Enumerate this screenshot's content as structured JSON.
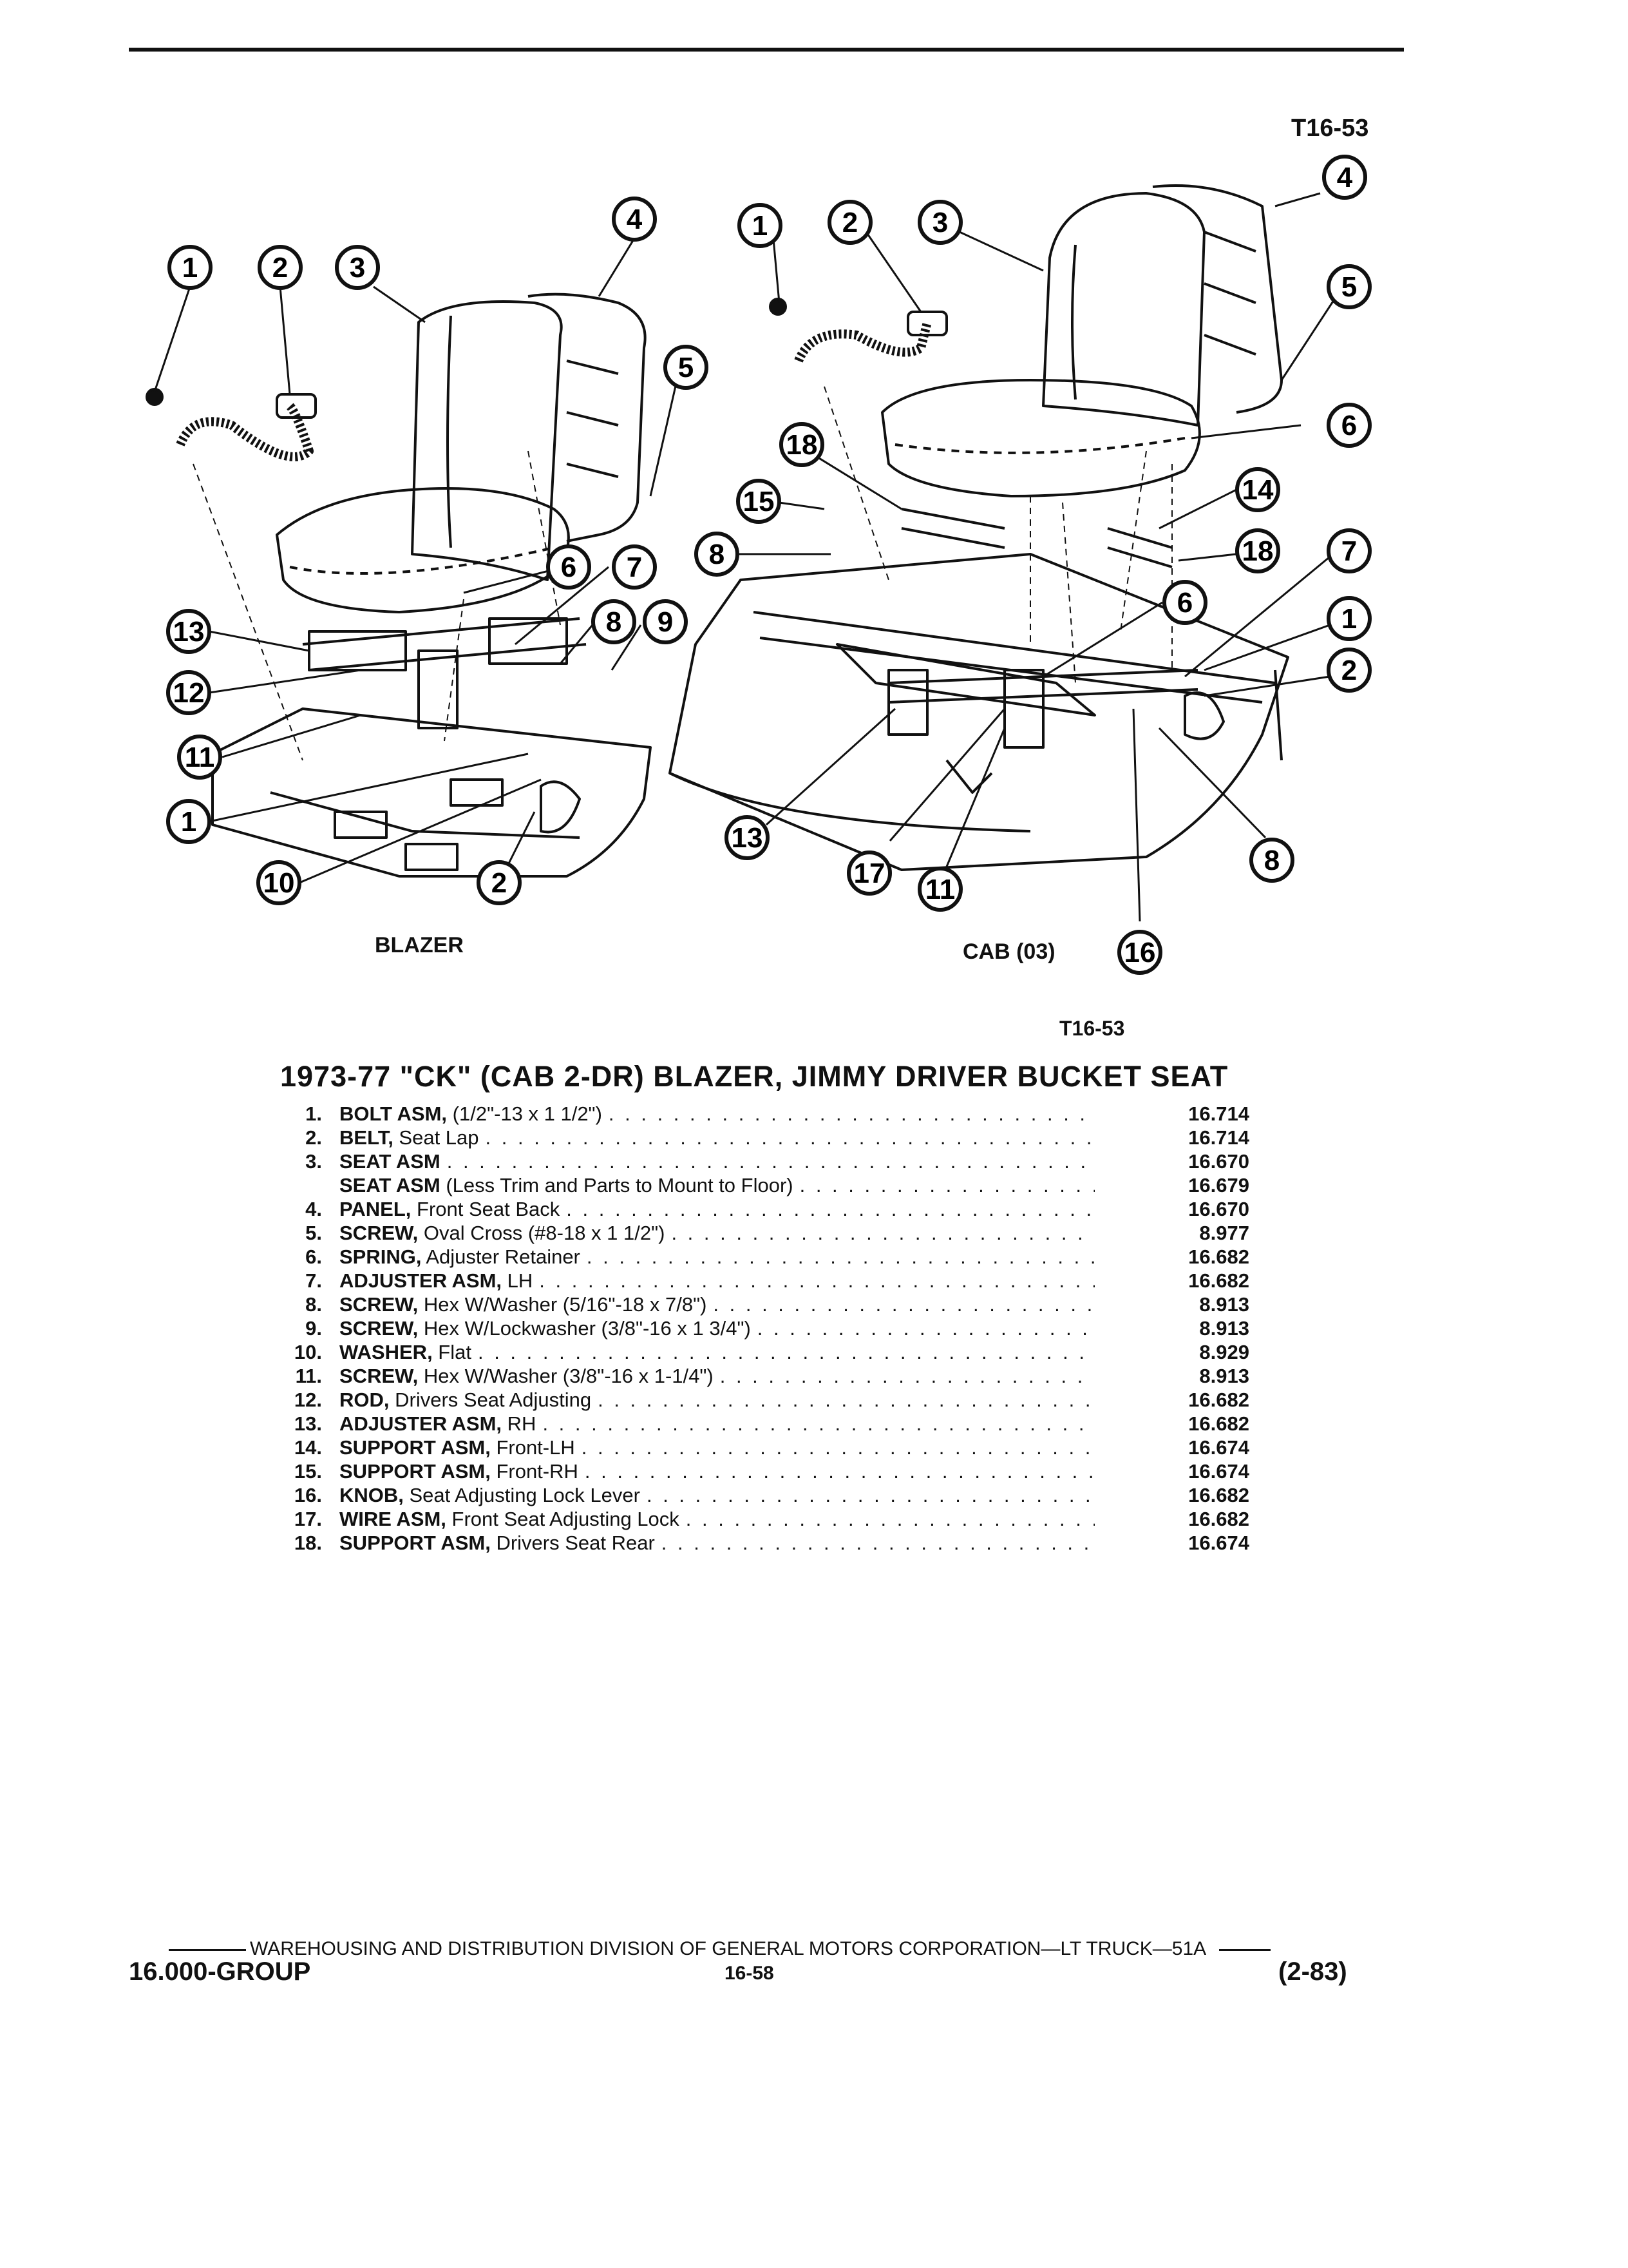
{
  "header": {
    "figure_code_top": "T16-53",
    "figure_code_bottom": "T16-53"
  },
  "diagram": {
    "left_view_label": "BLAZER",
    "right_view_label": "CAB (03)",
    "callouts_left": [
      "1",
      "2",
      "3",
      "4",
      "5",
      "6",
      "7",
      "8",
      "9",
      "13",
      "12",
      "11",
      "1",
      "10",
      "2"
    ],
    "callouts_right": [
      "1",
      "2",
      "3",
      "4",
      "5",
      "6",
      "18",
      "14",
      "15",
      "8",
      "18",
      "7",
      "6",
      "1",
      "2",
      "13",
      "17",
      "11",
      "8",
      "16"
    ]
  },
  "title": "1973-77 \"CK\" (CAB 2-DR) BLAZER, JIMMY DRIVER BUCKET SEAT",
  "parts": [
    {
      "num": "1.",
      "name": "BOLT ASM,",
      "detail": " (1/2\"-13 x 1 1/2\")",
      "group": "16.714"
    },
    {
      "num": "2.",
      "name": "BELT,",
      "detail": " Seat Lap",
      "group": "16.714"
    },
    {
      "num": "3.",
      "name": "SEAT ASM",
      "detail": "",
      "group": "16.670"
    },
    {
      "num": "",
      "name": "SEAT ASM",
      "detail": " (Less Trim and Parts to Mount to Floor)",
      "group": "16.679"
    },
    {
      "num": "4.",
      "name": "PANEL,",
      "detail": " Front Seat Back",
      "group": "16.670"
    },
    {
      "num": "5.",
      "name": "SCREW,",
      "detail": " Oval Cross (#8-18 x 1 1/2\")",
      "group": "8.977"
    },
    {
      "num": "6.",
      "name": "SPRING,",
      "detail": " Adjuster Retainer",
      "group": "16.682"
    },
    {
      "num": "7.",
      "name": "ADJUSTER ASM,",
      "detail": " LH",
      "group": "16.682"
    },
    {
      "num": "8.",
      "name": "SCREW,",
      "detail": " Hex W/Washer (5/16\"-18 x 7/8\")",
      "group": "8.913"
    },
    {
      "num": "9.",
      "name": "SCREW,",
      "detail": " Hex W/Lockwasher (3/8\"-16 x 1 3/4\")",
      "group": "8.913"
    },
    {
      "num": "10.",
      "name": "WASHER,",
      "detail": " Flat",
      "group": "8.929"
    },
    {
      "num": "11.",
      "name": "SCREW,",
      "detail": " Hex W/Washer (3/8\"-16 x 1-1/4\")",
      "group": "8.913"
    },
    {
      "num": "12.",
      "name": "ROD,",
      "detail": " Drivers Seat Adjusting",
      "group": "16.682"
    },
    {
      "num": "13.",
      "name": "ADJUSTER ASM,",
      "detail": " RH",
      "group": "16.682"
    },
    {
      "num": "14.",
      "name": "SUPPORT ASM,",
      "detail": " Front-LH",
      "group": "16.674"
    },
    {
      "num": "15.",
      "name": "SUPPORT ASM,",
      "detail": " Front-RH",
      "group": "16.674"
    },
    {
      "num": "16.",
      "name": "KNOB,",
      "detail": " Seat Adjusting Lock Lever",
      "group": "16.682"
    },
    {
      "num": "17.",
      "name": "WIRE ASM,",
      "detail": " Front Seat Adjusting Lock",
      "group": "16.682"
    },
    {
      "num": "18.",
      "name": "SUPPORT ASM,",
      "detail": " Drivers Seat Rear",
      "group": "16.674"
    }
  ],
  "footer": {
    "division_line": "WAREHOUSING AND DISTRIBUTION  DIVISION OF GENERAL MOTORS CORPORATION—LT TRUCK—51A",
    "group": "16.000-GROUP",
    "page": "16-58",
    "date": "(2-83)"
  }
}
